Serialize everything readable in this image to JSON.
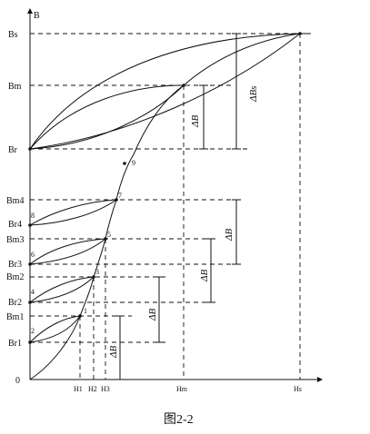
{
  "axes": {
    "y_label": "B",
    "origin": "0"
  },
  "y_labels": {
    "Bs": "Bs",
    "Bm": "Bm",
    "Br": "Br",
    "Bm4": "Bm4",
    "Br4": "Br4",
    "Bm3": "Bm3",
    "Br3": "Br3",
    "Bm2": "Bm2",
    "Br2": "Br2",
    "Bm1": "Bm1",
    "Br1": "Br1"
  },
  "x_labels": {
    "H1": "H1",
    "H2": "H2",
    "H3": "H3",
    "Hm": "Hm",
    "Hs": "Hs"
  },
  "points": [
    "1",
    "2",
    "3",
    "4",
    "5",
    "6",
    "7",
    "8",
    "9"
  ],
  "deltas": {
    "dBs": "ΔBs",
    "dB": "ΔB"
  },
  "caption": "图2-2"
}
